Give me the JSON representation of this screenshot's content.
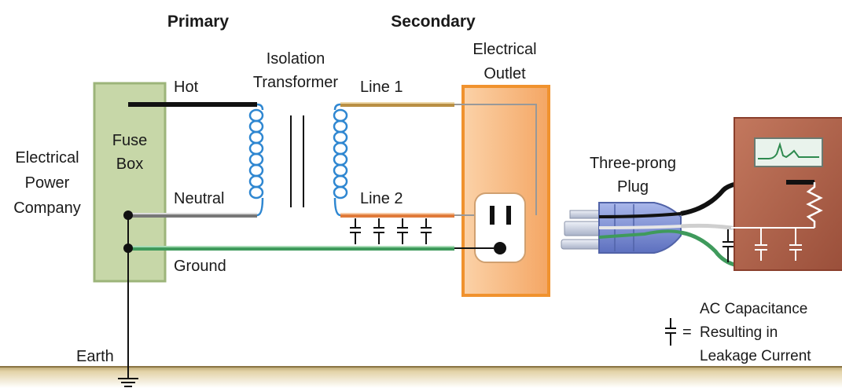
{
  "headings": {
    "primary": "Primary",
    "secondary": "Secondary"
  },
  "labels": {
    "power_company": [
      "Electrical",
      "Power",
      "Company"
    ],
    "fuse_box": [
      "Fuse",
      "Box"
    ],
    "hot": "Hot",
    "neutral": "Neutral",
    "ground": "Ground",
    "earth": "Earth",
    "isolation_transformer": [
      "Isolation",
      "Transformer"
    ],
    "line1": "Line 1",
    "line2": "Line 2",
    "outlet": [
      "Electrical",
      "Outlet"
    ],
    "plug": [
      "Three-prong",
      "Plug"
    ],
    "legend": {
      "symbol_eq": "=",
      "lines": [
        "AC Capacitance",
        "Resulting in",
        "Leakage Current"
      ]
    }
  },
  "icons": [
    "capacitor-icon",
    "ground-symbol-icon",
    "coil-icon",
    "waveform-icon",
    "resistor-icon",
    "plug-icon"
  ],
  "colors": {
    "fuse_box_fill": "#c7d7a8",
    "fuse_box_border": "#9cb47a",
    "outlet_fill": "#f7b67f",
    "outlet_border": "#f0922e",
    "coil": "#2f87d1",
    "ground_wire": "#5fb87a",
    "line1_wire": "#c9a35c",
    "line2_wire": "#e8955a",
    "device_fill": "#b0614a",
    "earth": "#d9c79b",
    "plug": "#7b8fd0"
  }
}
